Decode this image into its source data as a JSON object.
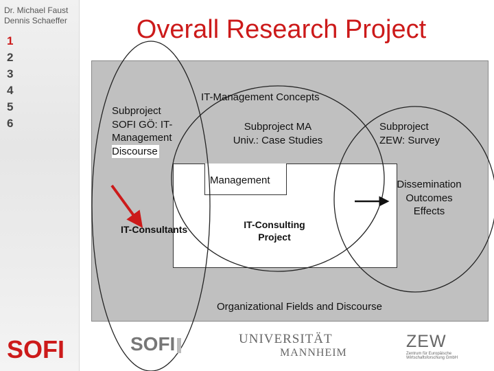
{
  "sidebar": {
    "author_1": "Dr. Michael Faust",
    "author_2": "Dennis Schaeffer",
    "nav": [
      "1",
      "2",
      "3",
      "4",
      "5",
      "6"
    ],
    "logo": "SOFI"
  },
  "title": "Overall Research Project",
  "diagram": {
    "it_mgmt_concepts": "IT-Management Concepts",
    "subproject_sofi": [
      "Subproject",
      "SOFI GÖ: IT-",
      "Management",
      "Discourse"
    ],
    "subproject_ma": [
      "Subproject MA",
      "Univ.: Case Studies"
    ],
    "subproject_zew": [
      "Subproject",
      "ZEW: Survey"
    ],
    "management": "Management",
    "dissemination": [
      "Dissemination",
      "Outcomes",
      "Effects"
    ],
    "it_consultants": "IT-Consultants",
    "it_consulting_project": [
      "IT-Consulting",
      "Project"
    ],
    "organizational_fields": "Organizational Fields and Discourse"
  },
  "footer": {
    "sofi": "SOFI",
    "universitat": "UNIVERSITÄT",
    "mannheim": "MANNHEIM",
    "zew": "ZEW",
    "zew_sub_1": "Zentrum für Europäische",
    "zew_sub_2": "Wirtschaftsforschung GmbH"
  },
  "colors": {
    "accent": "#cc1a1a",
    "diagram_background": "#c0c0c0"
  }
}
